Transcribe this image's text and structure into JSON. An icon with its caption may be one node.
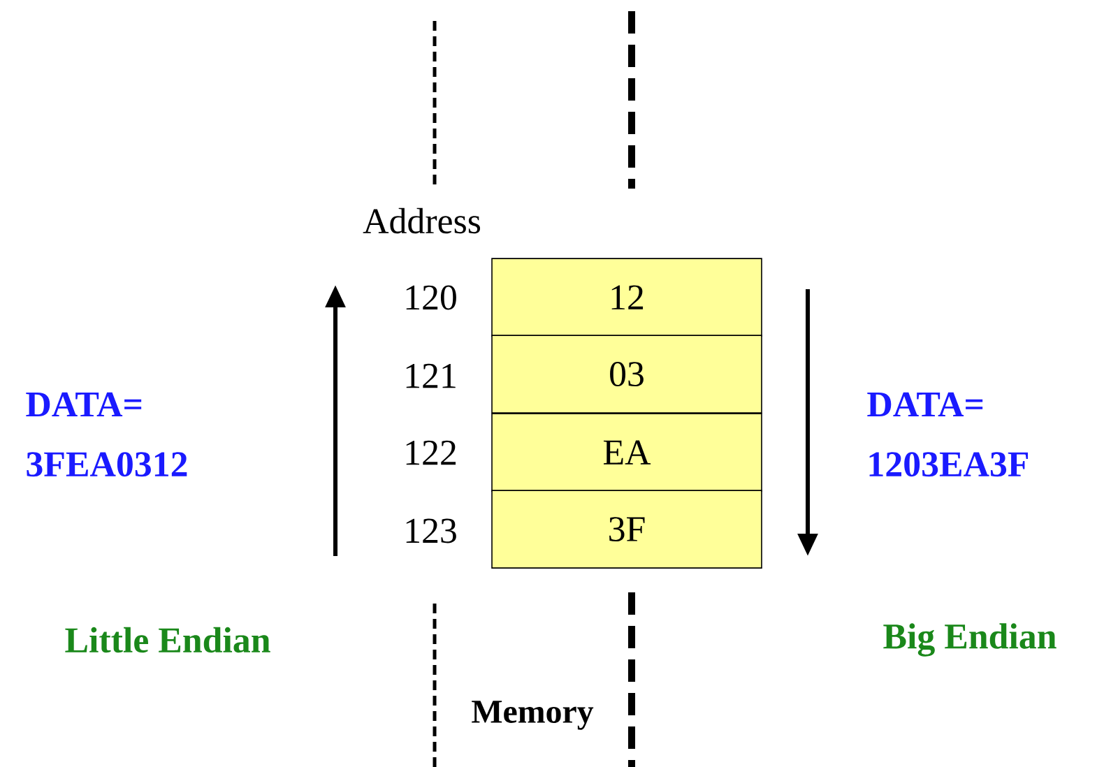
{
  "diagram": {
    "nodes": [
      {
        "text": [
          "12"
        ]
      },
      {
        "text": [
          "03"
        ]
      },
      {
        "text": [
          "EA"
        ]
      },
      {
        "text": [
          "3F"
        ]
      }
    ],
    "labels": [
      "Address",
      "120",
      "121",
      "122",
      "123",
      "DATA= 3FEA0312",
      "DATA= 1203EA3F",
      "Little Endian",
      "Big Endian",
      "Memory"
    ]
  }
}
